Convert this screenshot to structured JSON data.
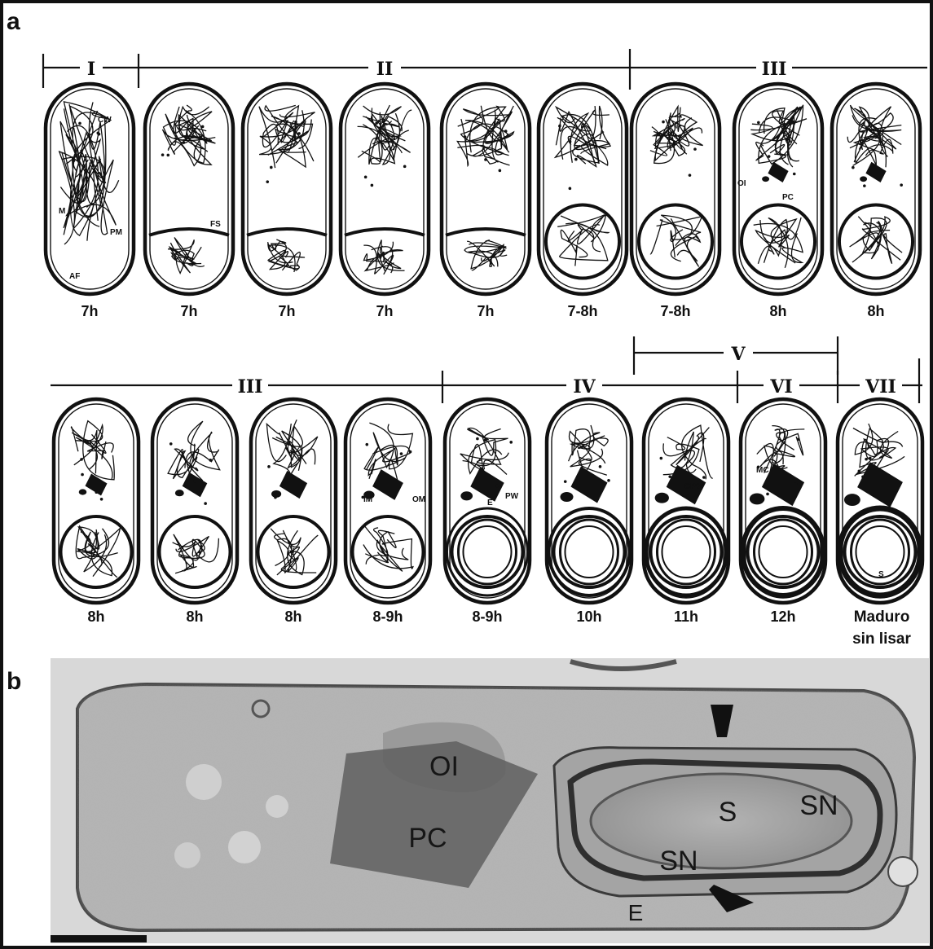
{
  "panels": {
    "a": {
      "letter": "a",
      "row1": {
        "stages": [
          "I",
          "II",
          "III"
        ],
        "times": [
          "7h",
          "7h",
          "7h",
          "7h",
          "7h",
          "7-8h",
          "7-8h",
          "8h",
          "8h"
        ]
      },
      "row2": {
        "stages": [
          "III",
          "IV",
          "V",
          "VI",
          "VII"
        ],
        "times": [
          "8h",
          "8h",
          "8h",
          "8-9h",
          "8-9h",
          "10h",
          "11h",
          "12h"
        ],
        "mature_label_line1": "Maduro",
        "mature_label_line2": "sin lisar"
      },
      "cell_labels": {
        "cw": "CW",
        "m": "M",
        "pm": "PM",
        "af": "AF",
        "fs": "FS",
        "oi": "OI",
        "pc": "PC",
        "im": "IM",
        "om": "OM",
        "e": "E",
        "pw": "PW",
        "cpw": "CPW",
        "mc": "MC",
        "s": "S"
      }
    },
    "b": {
      "letter": "b",
      "labels": {
        "oi": "OI",
        "pc": "PC",
        "s": "S",
        "sn1": "SN",
        "sn2": "SN",
        "e": "E"
      }
    }
  },
  "colors": {
    "ink": "#111111",
    "micrograph_bg": "#b8b8b8",
    "crystal": "#5e5e5e"
  }
}
